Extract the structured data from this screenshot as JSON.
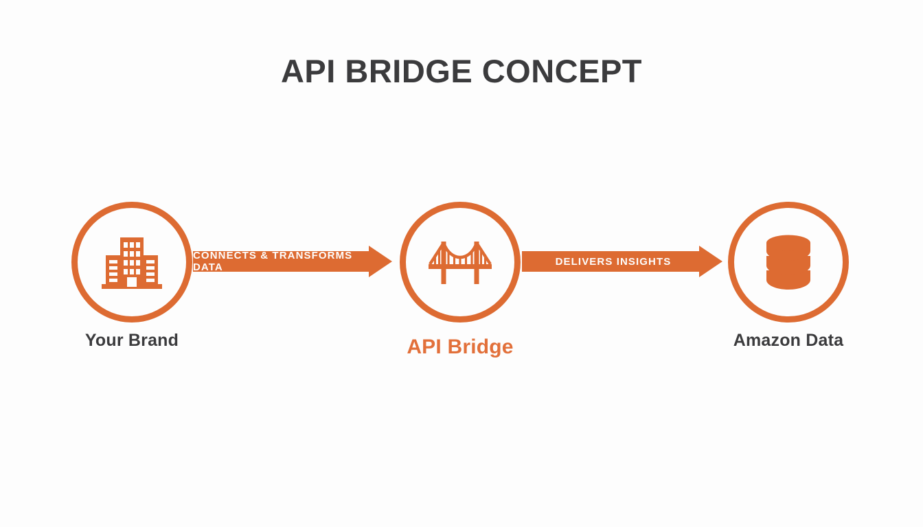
{
  "slide": {
    "title": "API BRIDGE CONCEPT",
    "background_color": "#fdfdfd",
    "accent_color": "#dd6b32",
    "accent_light_color": "#e2703a",
    "title_color": "#3b3b3d"
  },
  "nodes": [
    {
      "id": "brand",
      "label": "Your Brand",
      "icon": "office-building-icon",
      "label_color": "#3b3b3d"
    },
    {
      "id": "bridge",
      "label": "API Bridge",
      "icon": "suspension-bridge-icon",
      "label_color": "#e2703a"
    },
    {
      "id": "data",
      "label": "Amazon Data",
      "icon": "database-icon",
      "label_color": "#3b3b3d"
    }
  ],
  "arrows": [
    {
      "id": "arrow-1",
      "label": "CONNECTS & TRANSFORMS DATA",
      "from": "brand",
      "to": "bridge"
    },
    {
      "id": "arrow-2",
      "label": "DELIVERS INSIGHTS",
      "from": "bridge",
      "to": "data"
    }
  ],
  "chart_data": {
    "type": "diagram",
    "title": "API BRIDGE CONCEPT",
    "layout": "horizontal-flow",
    "steps": [
      "Your Brand",
      "API Bridge",
      "Amazon Data"
    ],
    "transitions": [
      "CONNECTS & TRANSFORMS DATA",
      "DELIVERS INSIGHTS"
    ]
  }
}
